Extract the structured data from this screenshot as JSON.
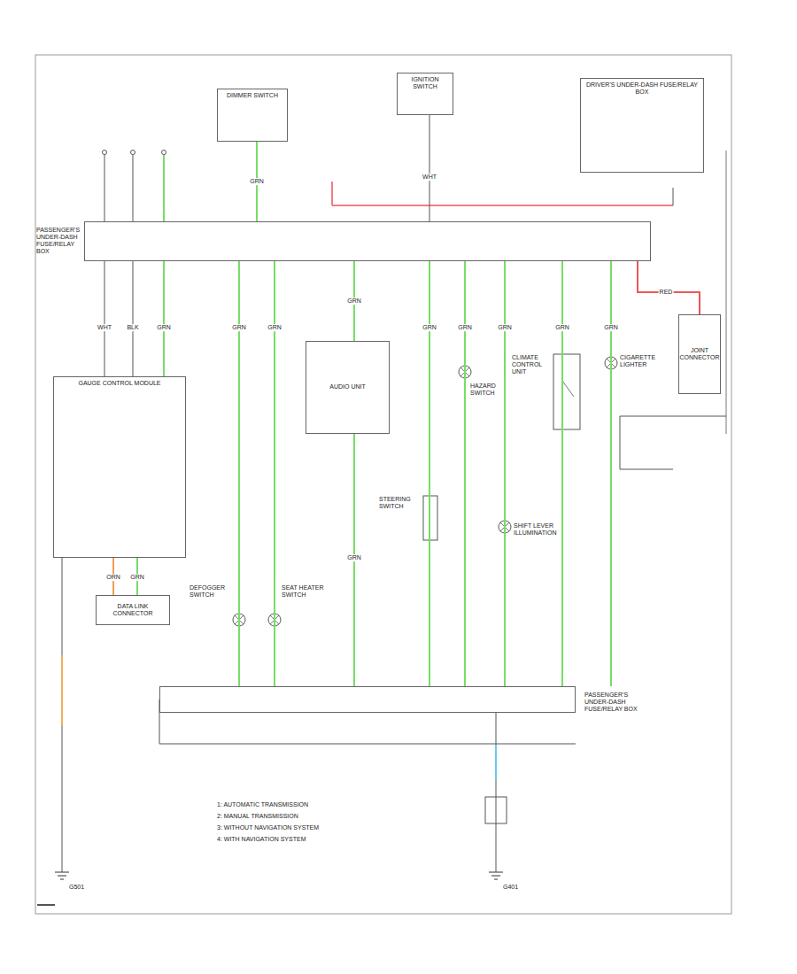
{
  "diagram": {
    "nodes": [
      {
        "text": [
          "DIMMER SWITCH"
        ]
      },
      {
        "text": [
          "IGNITION SWITCH"
        ]
      },
      {
        "text": [
          "DRIVER'S UNDER-DASH FUSE/RELAY BOX"
        ]
      },
      {
        "text": [
          "PASSENGER'S UNDER-DASH FUSE/RELAY BOX"
        ]
      },
      {
        "text": [
          "GAUGE CONTROL MODULE"
        ]
      },
      {
        "text": [
          "AUDIO UNIT"
        ]
      },
      {
        "text": [
          "JOINT CONNECTOR"
        ]
      },
      {
        "text": [
          "DATA LINK CONNECTOR"
        ]
      },
      {
        "text": [
          "PASSENGER'S UNDER-DASH FUSE/RELAY BOX"
        ]
      }
    ],
    "edges": [
      {
        "from": 0,
        "to": 3,
        "arrow": "none",
        "label": "GRN"
      },
      {
        "from": 1,
        "to": 3,
        "arrow": "none",
        "label": "WHT"
      },
      {
        "from": 3,
        "to": 4,
        "arrow": "none",
        "label": "WHT"
      },
      {
        "from": 3,
        "to": 4,
        "arrow": "none",
        "label": "BLK"
      },
      {
        "from": 3,
        "to": 4,
        "arrow": "none",
        "label": "GRN"
      },
      {
        "from": 3,
        "to": 8,
        "arrow": "none",
        "label": "GRN"
      },
      {
        "from": 3,
        "to": 8,
        "arrow": "none",
        "label": "GRN"
      },
      {
        "from": 3,
        "to": 5,
        "arrow": "none",
        "label": "GRN"
      },
      {
        "from": 5,
        "to": 8,
        "arrow": "none",
        "label": "GRN"
      },
      {
        "from": 3,
        "to": 8,
        "arrow": "none",
        "label": "GRN"
      },
      {
        "from": 3,
        "to": 8,
        "arrow": "none",
        "label": "GRN"
      },
      {
        "from": 3,
        "to": 8,
        "arrow": "none",
        "label": "GRN"
      },
      {
        "from": 3,
        "to": 8,
        "arrow": "none",
        "label": "GRN"
      },
      {
        "from": 3,
        "to": 8,
        "arrow": "none",
        "label": "GRN"
      },
      {
        "from": 3,
        "to": 6,
        "arrow": "none",
        "label": "RED"
      },
      {
        "from": 4,
        "to": 7,
        "arrow": "none",
        "label": "ORN"
      },
      {
        "from": 4,
        "to": 7,
        "arrow": "none",
        "label": "GRN"
      }
    ],
    "labels": [
      "1: AUTOMATIC TRANSMISSION",
      "2: MANUAL TRANSMISSION",
      "3: WITHOUT NAVIGATION SYSTEM",
      "4: WITH NAVIGATION SYSTEM",
      "DEFOGGER SWITCH",
      "SEAT HEATER SWITCH",
      "HAZARD SWITCH",
      "STEERING SWITCH",
      "SHIFT LEVER ILLUMINATION",
      "CLIMATE CONTROL UNIT",
      "CIGARETTE LIGHTER",
      "G401",
      "G501"
    ]
  }
}
